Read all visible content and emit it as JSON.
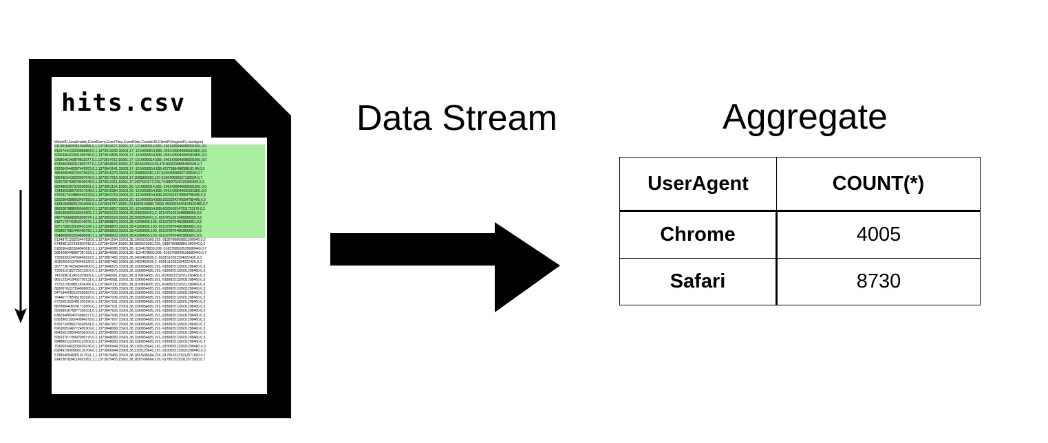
{
  "document": {
    "filename": "hits.csv",
    "csv_header": "WatchID,JavaEnable,GoodEvent,EventTime,EventDate,CounterID,ClientIP,RegionID,UserAgent",
    "csv_rows": [
      {
        "text": "9110818468285196899,0,1,1373834327,15901,17,-1216690514,839,-2461439046089301801,0,0",
        "highlight": true
      },
      {
        "text": "8156744413230856864,0,1,1373913230,15901,17,-1216690514,839,-2461439046089301801,0,0",
        "highlight": true
      },
      {
        "text": "5206346422301499756,0,1,1373914595,15901,17,-1216690514,839,-2461439046089301801,0,0",
        "highlight": true
      },
      {
        "text": "6308646140879811077,0,1,1373914712,15901,17,-1216690514,839,-2461439046089301801,0,0",
        "highlight": true
      },
      {
        "text": "8740403056911509777,0,1,1373833834,15901,17,1615432634,39,3761606200895466609,0,7",
        "highlight": true
      },
      {
        "text": "8120543446287442873,0,1,1373841641,15901,17,-1216690514,839,4277380498008181 89,0,3",
        "highlight": true
      },
      {
        "text": "4894690465724379622,0,1,1373916373,15901,17,1568366281,197,519640690937130534,0,7",
        "highlight": true
      },
      {
        "text": "6864353419233967042,0,1,1373917016,15901,17,1568366281,197,519640690937130534,0,7",
        "highlight": true
      },
      {
        "text": "6635790769678439148,0,1,1373912311,15901,17,1427531677,229,7418527520126366595,0,3",
        "highlight": true
      },
      {
        "text": "8924809397503602651,0,1,1373851126,15901,20,-1216690514,839,-2461439046089301801,0,0",
        "highlight": true
      },
      {
        "text": "7343609385702917948,0,1,1373915384,15901,20,-1216690514,839,-2461439046089301801,0,0",
        "highlight": true
      },
      {
        "text": "6702917414884445223,0,1,1373842719,15901,20,-1216690514,839,2523324276554785406,0,3",
        "highlight": true
      },
      {
        "text": "6202304396663497555,0,1,1373843065,15901,20,-1216690514,839,2523324276554785406,0,3",
        "highlight": true
      },
      {
        "text": "6139160982612911609,0,1,1373911797,15901,20,1825610888,73915,4523925649124320482,0,7",
        "highlight": true
      },
      {
        "text": "8863287888606566657,0,1,1373910657,15901,20,-1216690514,839,6025915247311731176,0,3",
        "highlight": true
      },
      {
        "text": "5581899925183342605,1,1,1373903123,15901,38,2060260421,2,-9214751021948998350,0,5",
        "highlight": true
      },
      {
        "text": "8407760668305829074,1,1,1373903124,15901,38,2060260421,2,-9214751021948998350,0,5",
        "highlight": true
      },
      {
        "text": "8187179741953146075,1,1,1373868875,15901,38,41269655,103,-9213728704863893851,0,5",
        "highlight": true
      },
      {
        "text": "5971738016500451334,1,1,1373868876,15901,38,41269655,103,-9213728704863893851,0,5",
        "highlight": true
      },
      {
        "text": "6058627581446482769,1,1,1373868903,15901,38,41269655,103,-9213728704863893851,0,5",
        "highlight": true
      },
      {
        "text": "6548098953254805690,1,1,1373868903,15901,38,41269655,103,-9213728704863893851,0,5",
        "highlight": true
      },
      {
        "text": "6134875129225447838,0,1,1373841594,15901,38,1965525360,229,-9185786869851590940,0,2",
        "highlight": false
      },
      {
        "text": "6748981127186556415,0,1,1373841594,15901,38,1965525360,229,-9185786869851590940,0,2",
        "highlight": false
      },
      {
        "text": "5105364361564945610,1,1,1373846086,15901,38,-1154678833,208,-9183768020535680440,0,7",
        "highlight": false
      },
      {
        "text": "5894206448987357163,1,1,1373846086,15901,38,-1154678833,208,-9183768020535680440,0,7",
        "highlight": false
      },
      {
        "text": "7303939314769449222,0,1,1373887482,15901,38,1402403630,2,-9181512033394222426,0,3",
        "highlight": false
      },
      {
        "text": "8035905910786465320,0,1,1373887482,15901,38,1402403630,2,-9181512033394222426,0,3",
        "highlight": false
      },
      {
        "text": "5677736742543443606,0,1,1373846975,15901,38,1190854685,191,-9180825132631298460,0,3",
        "highlight": false
      },
      {
        "text": "7306310182725212507,0,1,1373846975,15901,38,1190854685,191,-9180825132631298460,0,3",
        "highlight": false
      },
      {
        "text": "7431898112455259805,0,1,1373846991,15901,38,1190854685,191,-9180825132631298460,0,3",
        "highlight": false
      },
      {
        "text": "8651233415492750131,0,1,1373846991,15901,38,1190854685,191,-9180825132631298460,0,3",
        "highlight": false
      },
      {
        "text": "7775215638811834266,0,1,1373847006,15901,38,1190854685,191,-9180825132631298460,0,3",
        "highlight": false
      },
      {
        "text": "8930076227354809005,0,1,1373847006,15901,38,1190854685,191,-9180825132631298460,0,3",
        "highlight": false
      },
      {
        "text": "5471849080122583837,0,1,1373847036,15901,38,1190854685,191,-9180825132631298460,0,3",
        "highlight": false
      },
      {
        "text": "7644677785951801926,0,1,1373847036,15901,38,1190854685,191,-9180825132631298460,0,3",
        "highlight": false
      },
      {
        "text": "6775601835481003296,0,1,1373847931,15901,38,1190854685,191,-9180825132631298460,0,3",
        "highlight": false
      },
      {
        "text": "8878904430741718956,0,1,1373847931,15901,38,1190854685,191,-9180825132631298460,0,3",
        "highlight": false
      },
      {
        "text": "5919893676877350331,0,1,1373847936,15901,38,1190854685,191,-9180825132631298460,0,3",
        "highlight": false
      },
      {
        "text": "6382948654076880377,0,1,1373847936,15901,38,1190854685,191,-9180825132631298460,0,3",
        "highlight": false
      },
      {
        "text": "6303965199240984278,0,1,1373847957,15901,38,1190854685,191,-9180825132631298460,0,3",
        "highlight": false
      },
      {
        "text": "8760724589174569541,0,1,1373847957,15901,38,1190854685,191,-9180825132631298460,0,3",
        "highlight": false
      },
      {
        "text": "6963005249772405309,0,1,1373848068,15901,38,1190854685,191,-9180825132631298460,0,3",
        "highlight": false
      },
      {
        "text": "8943501585945358300,0,1,1373848068,15901,38,1190854685,191,-9180825132631298460,0,3",
        "highlight": false
      },
      {
        "text": "5956376775892095776,0,1,1373848083,15901,38,1190854685,191,-9180825132631298460,0,3",
        "highlight": false
      },
      {
        "text": "8948892333003123502,0,1,1373848083,15901,38,1190854685,191,-9180825132631298460,0,3",
        "highlight": false
      },
      {
        "text": "7930693463233639136,0,1,1373866944,15901,38,2105125642,191,-9180825132631298460,0,3",
        "highlight": false
      },
      {
        "text": "8304919690965126704,0,1,1373866944,15901,38,2105125642,191,-9180825132631298460,0,3",
        "highlight": false
      },
      {
        "text": "5798540546801017521,1,1,1373875465,15901,38,1837696684,229,-9178515231912571900,0,7",
        "highlight": false
      },
      {
        "text": "9142387834119691951,1,1,1373875465,15901,38,1837696684,229,-9178515231912571900,0,7",
        "highlight": false
      }
    ]
  },
  "labels": {
    "data_stream": "Data Stream",
    "aggregate": "Aggregate"
  },
  "table": {
    "headers": [
      "UserAgent",
      "COUNT(*)"
    ],
    "rows": [
      {
        "user_agent": "Chrome",
        "count": "4005"
      },
      {
        "user_agent": "Safari",
        "count": "8730"
      }
    ]
  },
  "colors": {
    "highlight_green": "#a8eda0",
    "ink": "#000000",
    "background": "#ffffff"
  }
}
